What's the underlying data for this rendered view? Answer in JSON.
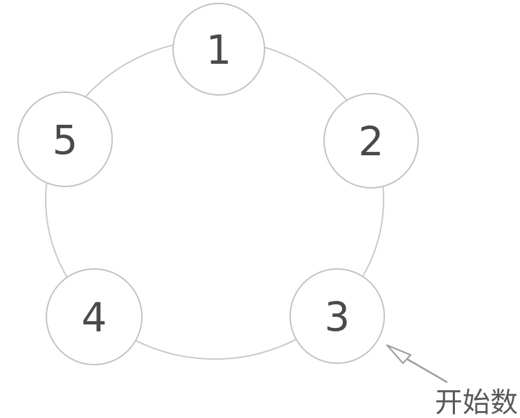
{
  "diagram": {
    "type": "circular-counting-diagram",
    "description": "Five numbered circles arranged on a ring; an arrow marks where counting starts",
    "nodes": [
      {
        "label": "1",
        "position": "top"
      },
      {
        "label": "2",
        "position": "upper-right"
      },
      {
        "label": "3",
        "position": "lower-right"
      },
      {
        "label": "4",
        "position": "lower-left"
      },
      {
        "label": "5",
        "position": "upper-left"
      }
    ],
    "annotation": {
      "label": "开始数",
      "points_to_node": "3"
    }
  },
  "colors": {
    "circle_stroke": "#c3c3c3",
    "ring_stroke": "#c9c9c9",
    "number_color": "#4a4a4a",
    "annotation_color": "#595959",
    "arrow_color": "#9e9e9e",
    "bg": "#ffffff"
  }
}
